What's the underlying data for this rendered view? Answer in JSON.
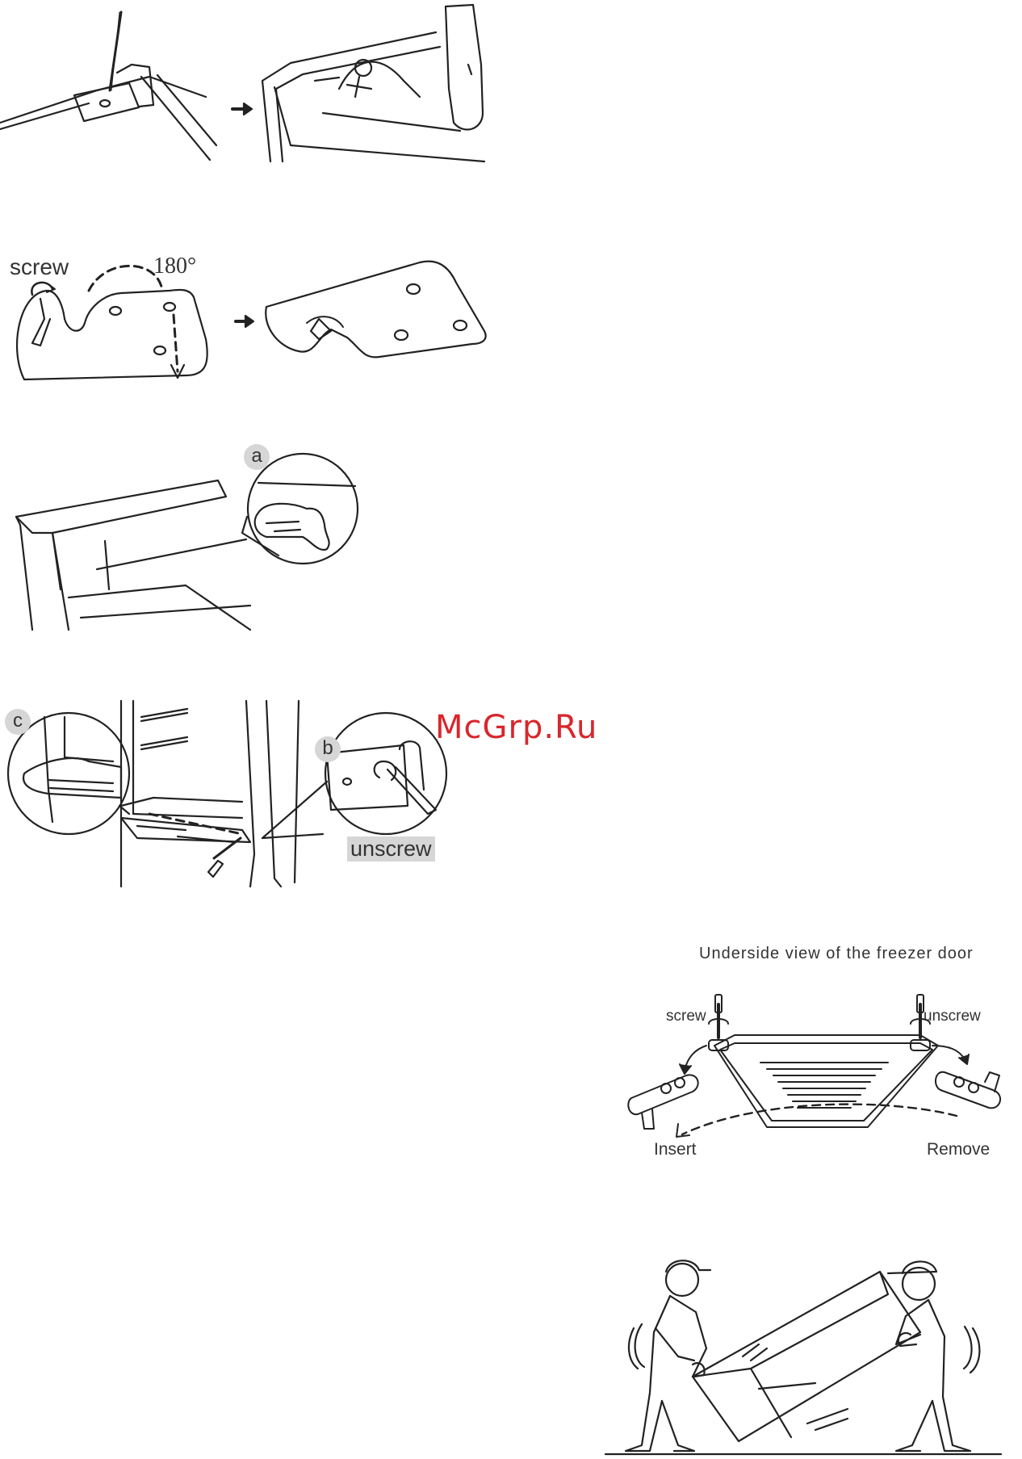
{
  "figures": {
    "hinge_removal": {},
    "hinge_rotation": {
      "screw_label": "screw",
      "angle_label": "180°"
    },
    "door_lift": {
      "callout_a": "a"
    },
    "lower_hinge": {
      "callout_c": "c",
      "callout_b": "b",
      "unscrew_label": "unscrew"
    },
    "freezer_door": {
      "title": "Underside view of the freezer door",
      "screw_label": "screw",
      "unscrew_label": "unscrew",
      "insert_label": "Insert",
      "remove_label": "Remove"
    },
    "carrying": {}
  },
  "watermark": "McGrp.Ru"
}
